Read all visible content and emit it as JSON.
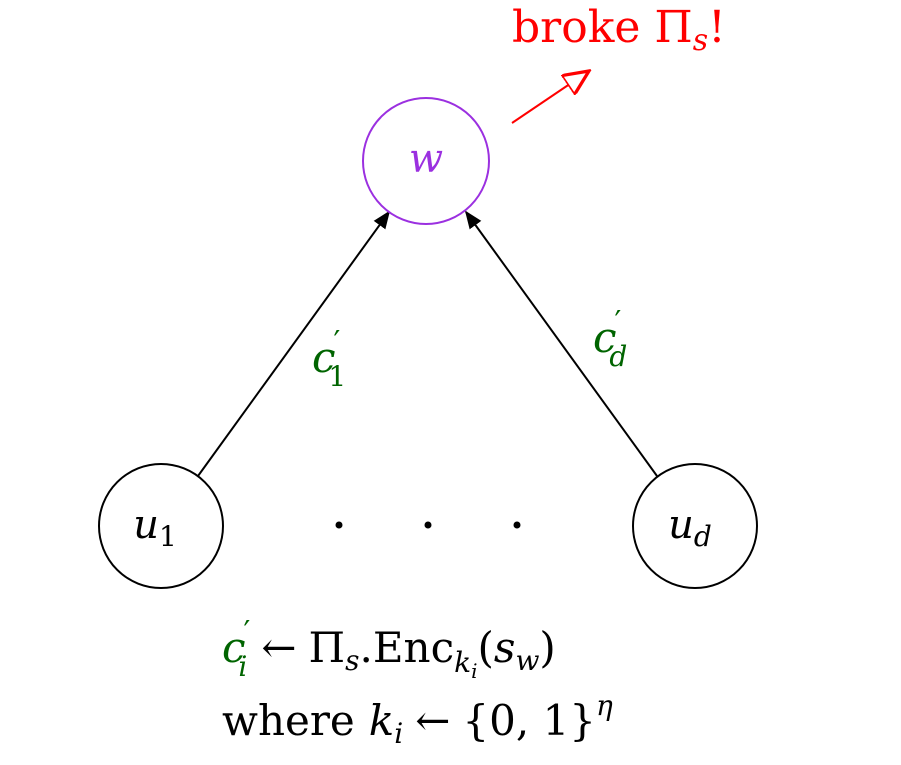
{
  "nodes": {
    "w": {
      "base": "w",
      "sub": ""
    },
    "u_first": {
      "base": "u",
      "sub": "1"
    },
    "u_last": {
      "base": "u",
      "sub": "d"
    }
  },
  "dots": "·   ·   ·",
  "edge_labels": {
    "left": {
      "base": "c",
      "prime": "′",
      "sub": "1"
    },
    "right": {
      "base": "c",
      "prime": "′",
      "sub": "d"
    }
  },
  "annotation": {
    "text": "broke Π",
    "sub": "s",
    "suffix": "!"
  },
  "formula_line1": {
    "lhs_base": "c",
    "lhs_prime": "′",
    "lhs_sub": "i",
    "arrow": "←",
    "pi": "Π",
    "pi_sub": "s",
    "enc": ".Enc",
    "enc_sub": "k",
    "enc_subsub": "i",
    "open": "(",
    "arg": "s",
    "arg_sub": "w",
    "close": ")"
  },
  "formula_line2": {
    "where": "where",
    "k": "k",
    "k_sub": "i",
    "arrow": "←",
    "set": "{0, 1}",
    "exp": "η"
  },
  "colors": {
    "node_w": "#9b30e0",
    "edge_label": "#006400",
    "annotation": "#ff0000",
    "black": "#000000"
  }
}
